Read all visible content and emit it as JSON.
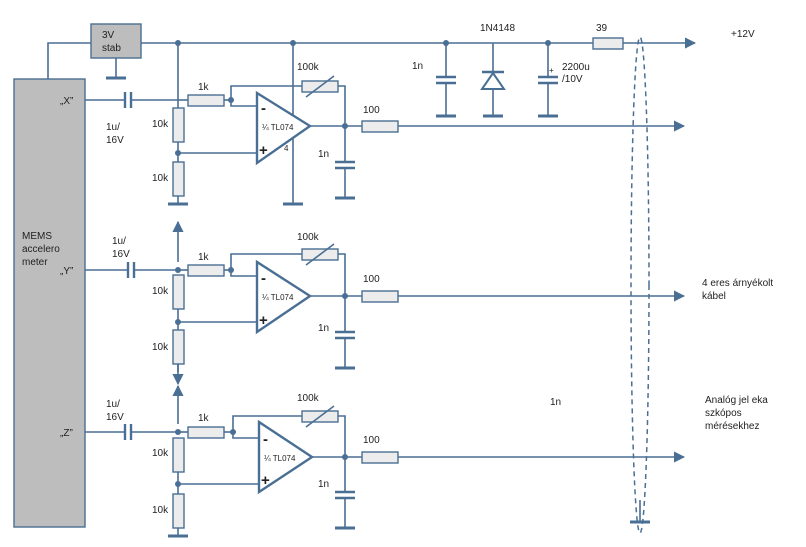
{
  "labels": {
    "mems": [
      "MEMS",
      "accelero",
      "meter"
    ],
    "stab": [
      "3V",
      "stab"
    ],
    "diode": "1N4148",
    "r39": "39",
    "supply": "+12V",
    "cap_1n_top": "1n",
    "elcap": [
      "2200u",
      "/10V"
    ],
    "elcap_plus": "+",
    "cable": [
      "4 eres árnyékolt",
      "kábel"
    ],
    "note": [
      "Analóg jel eka",
      "szkópos",
      "mérésekhez"
    ],
    "stray_1n": "1n",
    "pin4": "4"
  },
  "channels": [
    {
      "name": "„X”",
      "cap_in": [
        "1u/",
        "16V"
      ],
      "r_top": "10k",
      "r_bot": "10k",
      "r_in": "1k",
      "r_fb": "100k",
      "opamp": "¼ TL074",
      "minus": "-",
      "plus": "+",
      "r_out": "100",
      "c_out": "1n"
    },
    {
      "name": "„Y”",
      "cap_in": [
        "1u/",
        "16V"
      ],
      "r_top": "10k",
      "r_bot": "10k",
      "r_in": "1k",
      "r_fb": "100k",
      "opamp": "¼ TL074",
      "minus": "-",
      "plus": "+",
      "r_out": "100",
      "c_out": "1n"
    },
    {
      "name": "„Z”",
      "cap_in": [
        "1u/",
        "16V"
      ],
      "r_top": "10k",
      "r_bot": "10k",
      "r_in": "1k",
      "r_fb": "100k",
      "opamp": "¼ TL074",
      "minus": "-",
      "plus": "+",
      "r_out": "100",
      "c_out": "1n"
    }
  ]
}
